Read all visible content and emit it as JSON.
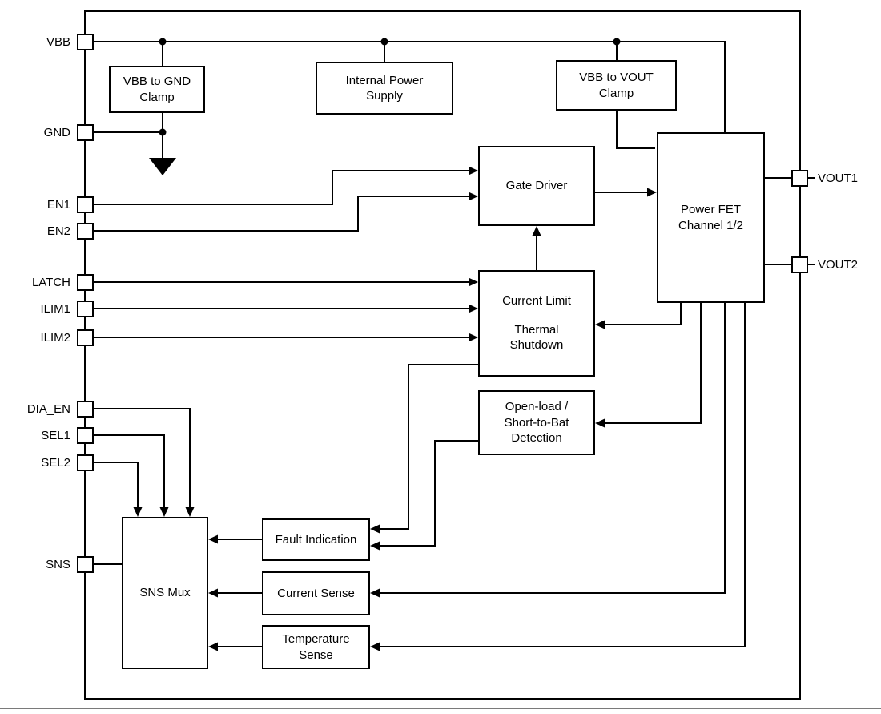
{
  "pins": {
    "left": [
      {
        "name": "VBB"
      },
      {
        "name": "GND"
      },
      {
        "name": "EN1"
      },
      {
        "name": "EN2"
      },
      {
        "name": "LATCH"
      },
      {
        "name": "ILIM1"
      },
      {
        "name": "ILIM2"
      },
      {
        "name": "DIA_EN"
      },
      {
        "name": "SEL1"
      },
      {
        "name": "SEL2"
      },
      {
        "name": "SNS"
      }
    ],
    "right": [
      {
        "name": "VOUT1"
      },
      {
        "name": "VOUT2"
      }
    ]
  },
  "blocks": {
    "vbb_gnd_clamp": "VBB to GND\nClamp",
    "internal_power_supply": "Internal Power\nSupply",
    "vbb_vout_clamp": "VBB to VOUT\nClamp",
    "gate_driver": "Gate Driver",
    "power_fet": "Power FET\nChannel 1/2",
    "current_limit": "Current Limit",
    "thermal_shutdown": "Thermal\nShutdown",
    "open_load_detection": "Open-load /\nShort-to-Bat\nDetection",
    "sns_mux": "SNS Mux",
    "fault_indication": "Fault Indication",
    "current_sense": "Current Sense",
    "temperature_sense": "Temperature\nSense"
  },
  "colors": {
    "line": "#000000",
    "block_border": "#000000",
    "background": "#ffffff"
  }
}
